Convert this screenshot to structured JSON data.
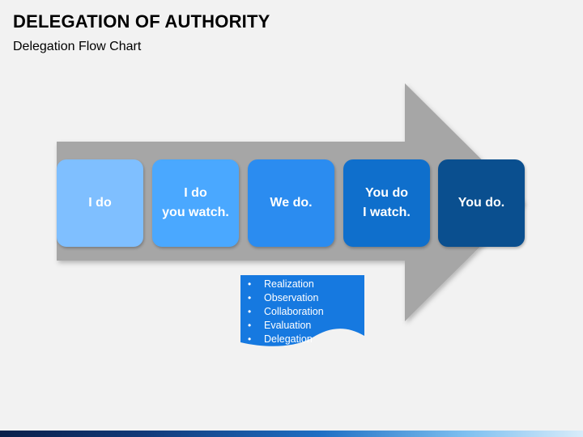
{
  "header": {
    "title": "DELEGATION OF AUTHORITY",
    "subtitle": "Delegation Flow Chart"
  },
  "steps": [
    {
      "label": "I do",
      "color": "#7fbfff"
    },
    {
      "label": "I do\nyou watch.",
      "color": "#4aa8ff"
    },
    {
      "label": "We do.",
      "color": "#2b8cf0"
    },
    {
      "label": "You do\nI watch.",
      "color": "#0f6fcc"
    },
    {
      "label": "You do.",
      "color": "#0a4f8f"
    }
  ],
  "notes": {
    "items": [
      "Realization",
      "Observation",
      "Collaboration",
      "Evaluation",
      "Delegation"
    ],
    "color": "#1679e0"
  },
  "colors": {
    "arrow": "#a6a6a6",
    "background": "#f2f2f2"
  }
}
